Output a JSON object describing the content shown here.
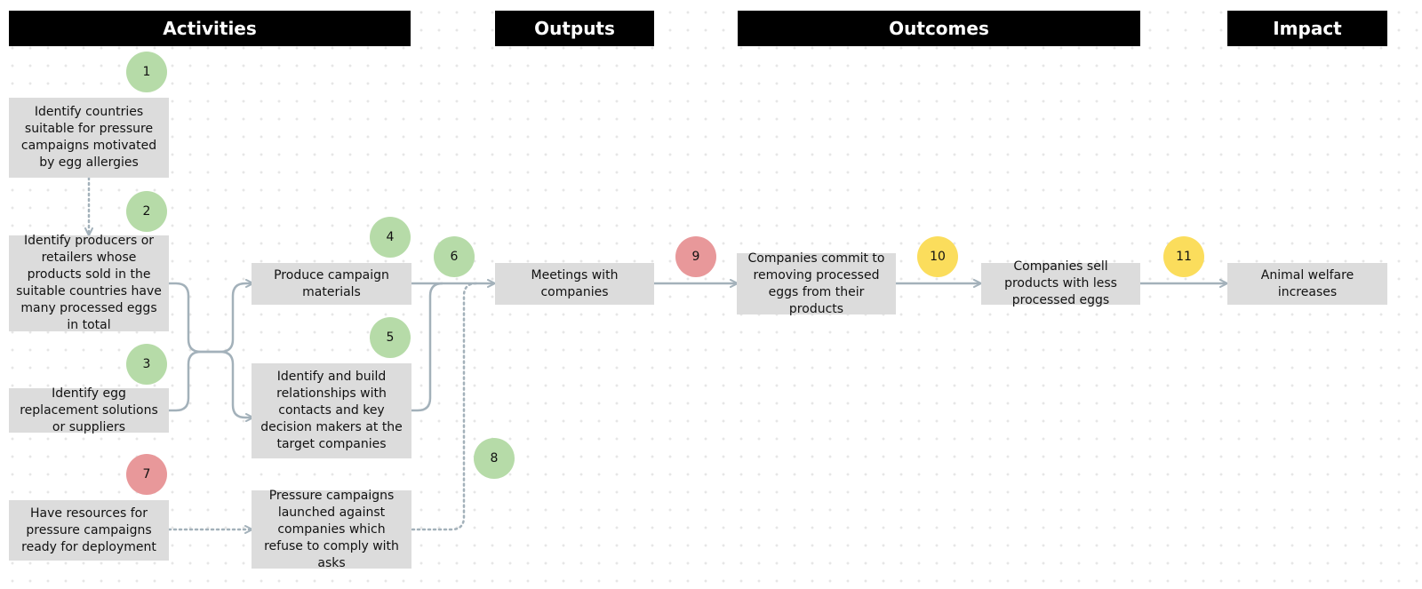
{
  "headers": {
    "activities": "Activities",
    "outputs": "Outputs",
    "outcomes": "Outcomes",
    "impact": "Impact"
  },
  "nodes": {
    "n1": "Identify countries suitable for pressure campaigns motivated by egg allergies",
    "n2": "Identify producers or retailers whose products sold in the suitable countries have many processed eggs in total",
    "n3": "Identify egg replacement solutions or suppliers",
    "n4": "Produce campaign materials",
    "n5": "Identify and build relationships with contacts and key decision makers at the target companies",
    "n7": "Have resources for pressure campaigns ready for deployment",
    "n8": "Pressure campaigns launched against companies which refuse to comply with asks",
    "n6": "Meetings with companies",
    "n9": "Companies commit to removing processed eggs from their products",
    "n10": "Companies sell products with less processed eggs",
    "n11": "Animal welfare increases"
  },
  "badges": {
    "b1": "1",
    "b2": "2",
    "b3": "3",
    "b4": "4",
    "b5": "5",
    "b6": "6",
    "b7": "7",
    "b8": "8",
    "b9": "9",
    "b10": "10",
    "b11": "11"
  },
  "colors": {
    "green": "#b6dba8",
    "red": "#e8989a",
    "yellow": "#fbdd5c",
    "box": "#dcdcdc",
    "connector": "#a3b1ba",
    "header": "#000000"
  }
}
